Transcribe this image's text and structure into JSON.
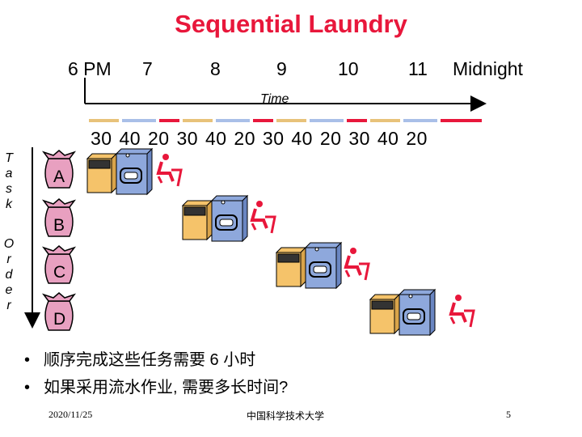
{
  "title": "Sequential Laundry",
  "time_axis": {
    "hours": [
      "6 PM",
      "7",
      "8",
      "9",
      "10",
      "11",
      "Midnight"
    ],
    "label": "Time",
    "minutes": [
      "30",
      "40",
      "20",
      "30",
      "40",
      "20",
      "30",
      "40",
      "20",
      "30",
      "40",
      "20"
    ]
  },
  "side_labels": {
    "task": [
      "T",
      "a",
      "s",
      "k"
    ],
    "order": [
      "O",
      "r",
      "d",
      "e",
      "r"
    ]
  },
  "tasks": [
    "A",
    "B",
    "C",
    "D"
  ],
  "bullets": [
    "顺序完成这些任务需要 6 小时",
    "如果采用流水作业, 需要多长时间?"
  ],
  "footer": {
    "date": "2020/11/25",
    "org": "中国科学技术大学",
    "page": "5"
  },
  "colors": {
    "title": "#e8173b",
    "washer_fill": "#f5c36a",
    "dryer_fill": "#8ea8dc",
    "fold_color": "#e8173b",
    "wash_bar": "#e8c27a",
    "dry_bar": "#a9bfe8",
    "fold_bar": "#e8173b"
  }
}
